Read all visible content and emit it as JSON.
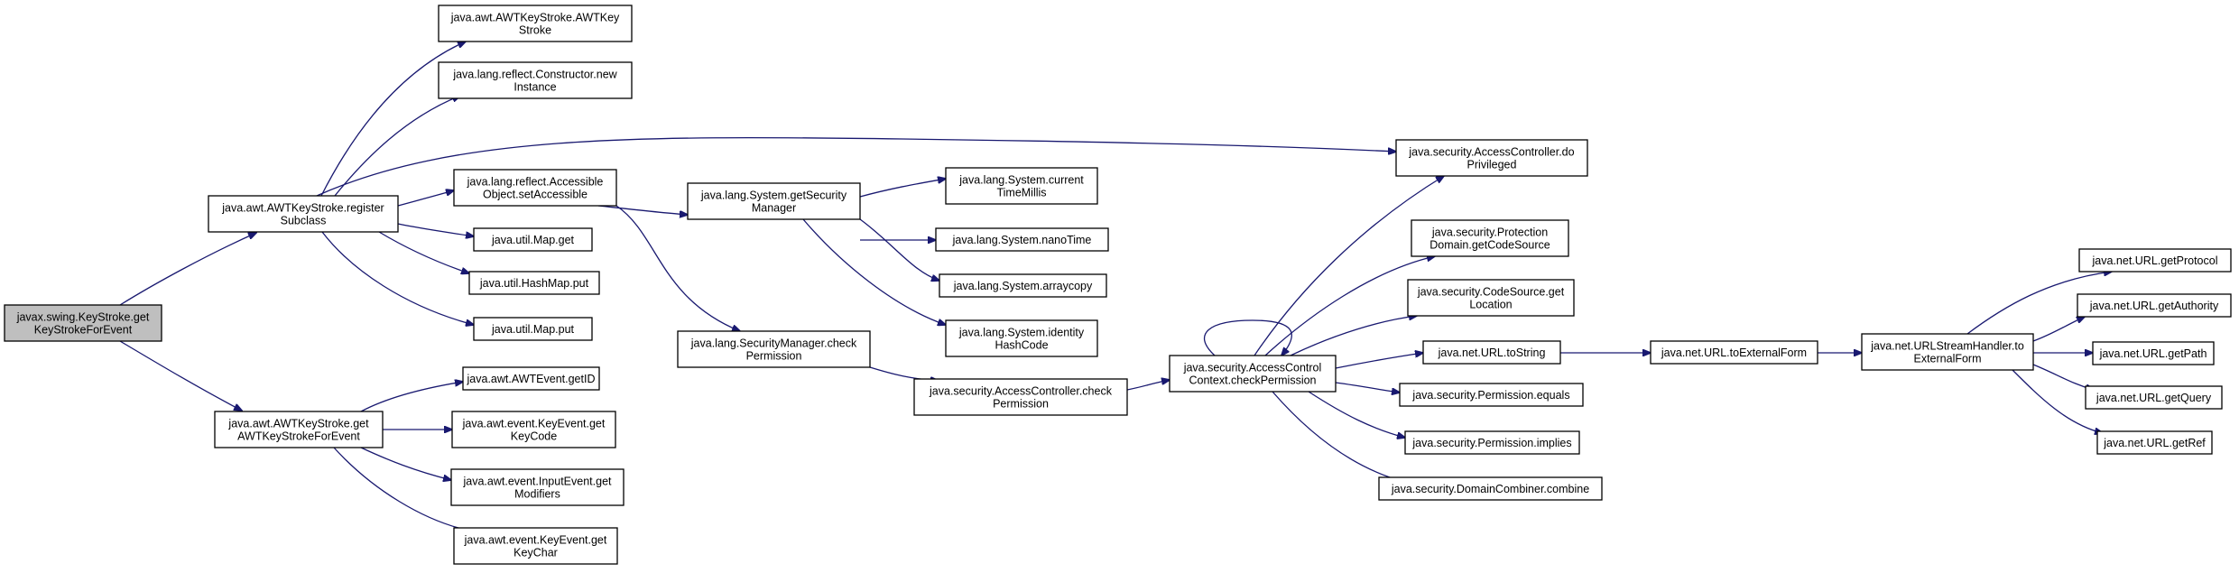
{
  "colors": {
    "edge": "#191970",
    "node_border": "#000000",
    "root_fill": "#bfbfbf",
    "node_fill": "#ffffff"
  },
  "nodes": [
    {
      "id": "n_root",
      "lines": [
        "javax.swing.KeyStroke.get",
        "KeyStrokeForEvent"
      ],
      "highlight": true
    },
    {
      "id": "n_reg",
      "lines": [
        "java.awt.AWTKeyStroke.register",
        "Subclass"
      ]
    },
    {
      "id": "n_getawt",
      "lines": [
        "java.awt.AWTKeyStroke.get",
        "AWTKeyStrokeForEvent"
      ]
    },
    {
      "id": "n_awtks",
      "lines": [
        "java.awt.AWTKeyStroke.AWTKey",
        "Stroke"
      ]
    },
    {
      "id": "n_ctor",
      "lines": [
        "java.lang.reflect.Constructor.new",
        "Instance"
      ]
    },
    {
      "id": "n_setacc",
      "lines": [
        "java.lang.reflect.Accessible",
        "Object.setAccessible"
      ]
    },
    {
      "id": "n_mapget",
      "lines": [
        "java.util.Map.get"
      ]
    },
    {
      "id": "n_hashput",
      "lines": [
        "java.util.HashMap.put"
      ]
    },
    {
      "id": "n_mapput",
      "lines": [
        "java.util.Map.put"
      ]
    },
    {
      "id": "n_getid",
      "lines": [
        "java.awt.AWTEvent.getID"
      ]
    },
    {
      "id": "n_keycode",
      "lines": [
        "java.awt.event.KeyEvent.get",
        "KeyCode"
      ]
    },
    {
      "id": "n_modifiers",
      "lines": [
        "java.awt.event.InputEvent.get",
        "Modifiers"
      ]
    },
    {
      "id": "n_keychar",
      "lines": [
        "java.awt.event.KeyEvent.get",
        "KeyChar"
      ]
    },
    {
      "id": "n_getsm",
      "lines": [
        "java.lang.System.getSecurity",
        "Manager"
      ]
    },
    {
      "id": "n_smcheck",
      "lines": [
        "java.lang.SecurityManager.check",
        "Permission"
      ]
    },
    {
      "id": "n_ctm",
      "lines": [
        "java.lang.System.current",
        "TimeMillis"
      ]
    },
    {
      "id": "n_nano",
      "lines": [
        "java.lang.System.nanoTime"
      ]
    },
    {
      "id": "n_arraycopy",
      "lines": [
        "java.lang.System.arraycopy"
      ]
    },
    {
      "id": "n_ihc",
      "lines": [
        "java.lang.System.identity",
        "HashCode"
      ]
    },
    {
      "id": "n_accheck",
      "lines": [
        "java.security.AccessController.check",
        "Permission"
      ]
    },
    {
      "id": "n_doprivileged",
      "lines": [
        "java.security.AccessController.do",
        "Privileged"
      ]
    },
    {
      "id": "n_accctx",
      "lines": [
        "java.security.AccessControl",
        "Context.checkPermission"
      ]
    },
    {
      "id": "n_pdcs",
      "lines": [
        "java.security.Protection",
        "Domain.getCodeSource"
      ]
    },
    {
      "id": "n_csloc",
      "lines": [
        "java.security.CodeSource.get",
        "Location"
      ]
    },
    {
      "id": "n_urltostring",
      "lines": [
        "java.net.URL.toString"
      ]
    },
    {
      "id": "n_permequals",
      "lines": [
        "java.security.Permission.equals"
      ]
    },
    {
      "id": "n_permimplies",
      "lines": [
        "java.security.Permission.implies"
      ]
    },
    {
      "id": "n_dccombine",
      "lines": [
        "java.security.DomainCombiner.combine"
      ]
    },
    {
      "id": "n_urltoext",
      "lines": [
        "java.net.URL.toExternalForm"
      ]
    },
    {
      "id": "n_ushtoext",
      "lines": [
        "java.net.URLStreamHandler.to",
        "ExternalForm"
      ]
    },
    {
      "id": "n_getprotocol",
      "lines": [
        "java.net.URL.getProtocol"
      ]
    },
    {
      "id": "n_getauthority",
      "lines": [
        "java.net.URL.getAuthority"
      ]
    },
    {
      "id": "n_getpath",
      "lines": [
        "java.net.URL.getPath"
      ]
    },
    {
      "id": "n_getquery",
      "lines": [
        "java.net.URL.getQuery"
      ]
    },
    {
      "id": "n_getref",
      "lines": [
        "java.net.URL.getRef"
      ]
    }
  ]
}
